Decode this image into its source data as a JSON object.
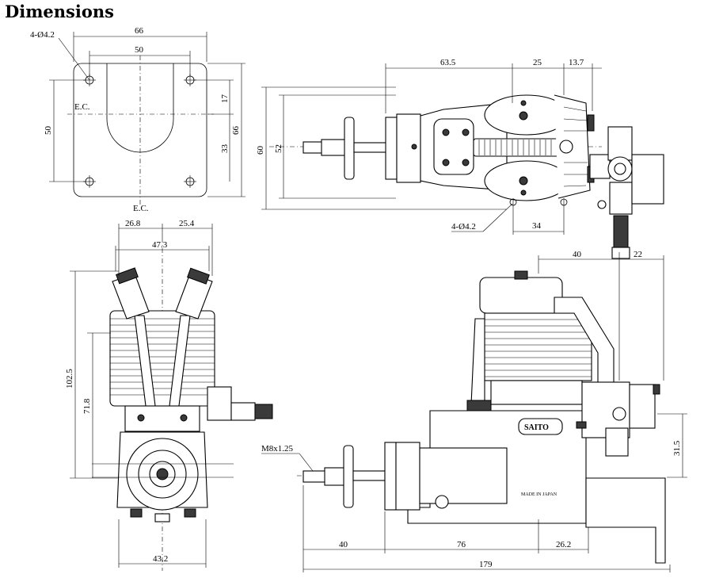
{
  "title": "Dimensions",
  "top_left_view": {
    "hole_label": "4-Ø4.2",
    "dim_width_outer": "66",
    "dim_width_inner": "50",
    "dim_height_left": "50",
    "dim_upper": "17",
    "dim_lower": "33",
    "dim_height_right": "66",
    "ec_label_1": "E.C.",
    "ec_label_2": "E.C."
  },
  "top_right_view": {
    "dim_a": "63.5",
    "dim_b": "25",
    "dim_c": "13.7",
    "dim_h_outer": "60",
    "dim_h_inner": "52",
    "hole_label": "4-Ø4.2",
    "dim_d": "34"
  },
  "front_view": {
    "dim_left": "26.8",
    "dim_right": "25.4",
    "dim_span": "47.3",
    "dim_height_total": "102.5",
    "dim_height_shaft": "71.8",
    "dim_bottom": "43.2"
  },
  "side_view": {
    "dim_top_a": "40",
    "dim_top_b": "22",
    "thread_label": "M8x1.25",
    "dim_right": "31.5",
    "dim_bottom_a": "40",
    "dim_bottom_b": "76",
    "dim_bottom_c": "26.2",
    "dim_total": "179",
    "brand": "SAITO",
    "made_in": "MADE IN JAPAN"
  }
}
